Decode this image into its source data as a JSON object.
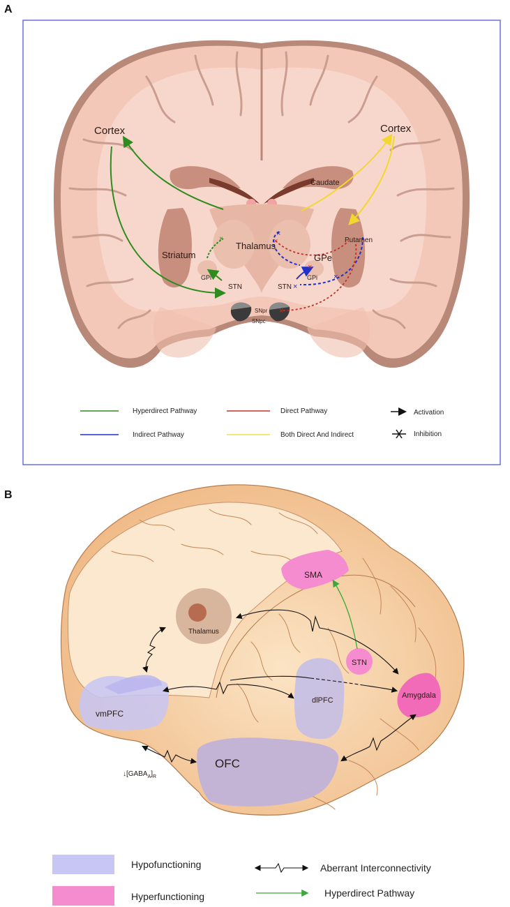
{
  "panel_a": {
    "letter": "A",
    "labels": {
      "cortex_left": "Cortex",
      "cortex_right": "Cortex",
      "caudate": "Caudate",
      "striatum": "Striatum",
      "thalamus": "Thalamus",
      "putamen": "Putamen",
      "gpe": "GPe",
      "gpi_left": "GPi",
      "gpi_right": "GPi",
      "stn_left": "STN",
      "stn_right": "STN",
      "snpr": "SNpr",
      "snpc": "SNpc"
    },
    "legend": {
      "hyperdirect": "Hyperdirect Pathway",
      "indirect": "Indirect Pathway",
      "direct": "Direct Pathway",
      "both": "Both Direct And Indirect",
      "activation": "Activation",
      "inhibition": "Inhibition"
    },
    "colors": {
      "hyperdirect": "#2e8b1e",
      "indirect": "#1f2fd0",
      "direct": "#c0302a",
      "both": "#f4e04a",
      "frame": "#6b6fe0"
    }
  },
  "panel_b": {
    "letter": "B",
    "labels": {
      "sma": "SMA",
      "thalamus": "Thalamus",
      "stn": "STN",
      "amygdala": "Amygdala",
      "vmpfc": "vmPFC",
      "dlpfc": "dlPFC",
      "ofc": "OFC",
      "gaba": "↓[GABA",
      "gaba_sub_a": "A",
      "gaba_close": "]",
      "gaba_sub_r": "R"
    },
    "legend": {
      "hypo": "Hypofunctioning",
      "hyper": "Hyperfunctioning",
      "aberrant": "Aberrant Interconnectivity",
      "hyperdirect": "Hyperdirect Pathway"
    },
    "colors": {
      "hypo": "#c7c6f4",
      "hyper": "#f58ccf",
      "hyperdirect": "#3aa83a"
    }
  }
}
